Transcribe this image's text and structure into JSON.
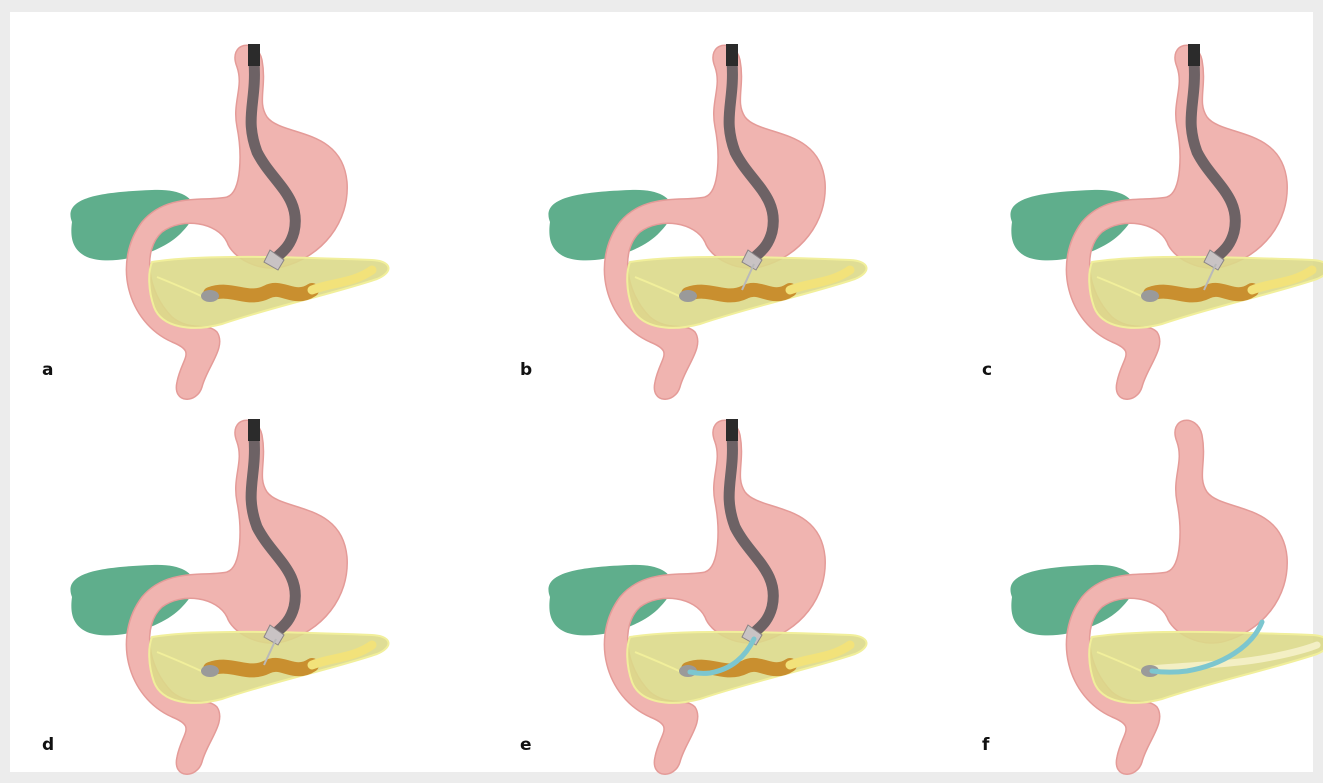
{
  "panels": [
    {
      "label": "a",
      "stage": "scope-at-papilla",
      "scope": true,
      "needle": false,
      "stent": false,
      "duct": "dilated"
    },
    {
      "label": "b",
      "stage": "needle-puncture",
      "scope": true,
      "needle": true,
      "stent": false,
      "duct": "dilated"
    },
    {
      "label": "c",
      "stage": "needle-in-duct",
      "scope": true,
      "needle": true,
      "stent": false,
      "duct": "dilated"
    },
    {
      "label": "d",
      "stage": "tract-dilation",
      "scope": true,
      "needle": true,
      "stent": false,
      "duct": "dilated"
    },
    {
      "label": "e",
      "stage": "stent-placement",
      "scope": true,
      "needle": false,
      "stent": true,
      "duct": "dilated"
    },
    {
      "label": "f",
      "stage": "stent-in-situ",
      "scope": false,
      "needle": false,
      "stent": true,
      "duct": "decompressed"
    }
  ],
  "colors": {
    "stomach": "#f0b4b0",
    "stomach_edge": "#e49b98",
    "gallbladder": "#5fae8c",
    "pancreas": "#dcd98a",
    "pancreas_edge": "#f1ef9b",
    "duct_dilated": "#c98f2f",
    "duct_tail": "#f2e27a",
    "scope": "#6d6265",
    "scope_tip": "#2b2b2b",
    "stent": "#7cc6cf",
    "needle": "#b9b9b9"
  }
}
